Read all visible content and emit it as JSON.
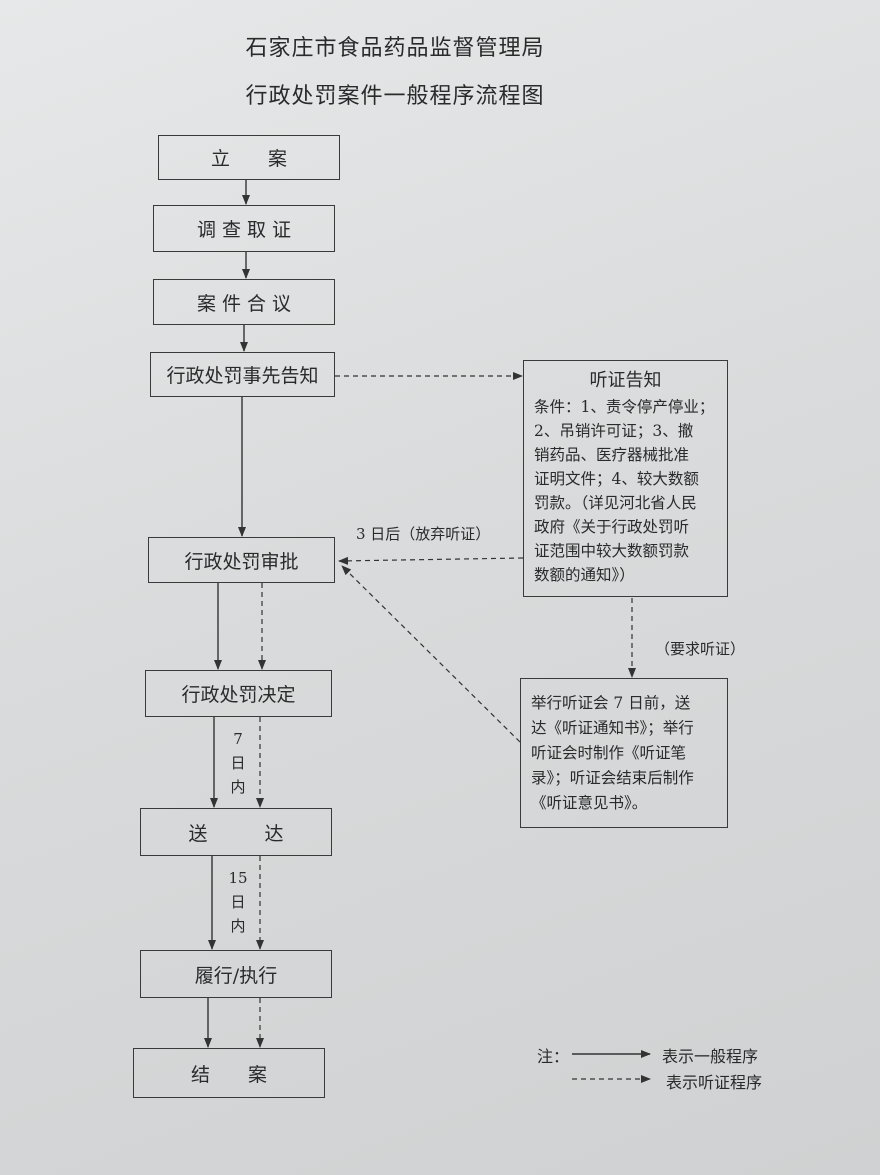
{
  "title": {
    "line1": "石家庄市食品药品监督管理局",
    "line2": "行政处罚案件一般程序流程图"
  },
  "nodes": {
    "filing": "立　　案",
    "investigation": "调 查 取 证",
    "discussion": "案 件 合 议",
    "prior_notice": "行政处罚事先告知",
    "approval": "行政处罚审批",
    "decision": "行政处罚决定",
    "delivery": "送　　　达",
    "execution": "履行/执行",
    "closing": "结　　案"
  },
  "hearing_notice": {
    "title": "听证告知",
    "lines": [
      "条件：1、责令停产停业；",
      "2、吊销许可证；3、撤",
      "销药品、医疗器械批准",
      "证明文件；4、较大数额",
      "罚款。（详见河北省人民",
      "政府《关于行政处罚听",
      "证范围中较大数额罚款",
      "数额的通知》）"
    ]
  },
  "hearing_process": {
    "lines": [
      "举行听证会 7 日前，送",
      "达《听证通知书》；举行",
      "听证会时制作《听证笔",
      "录》；听证会结束后制作",
      "《听证意见书》。"
    ]
  },
  "edge_labels": {
    "waive": "3 日后（放弃听证）",
    "request": "（要求听证）",
    "within7": [
      "7",
      "日",
      "内"
    ],
    "within15": [
      "15",
      "日",
      "内"
    ]
  },
  "legend": {
    "note": "注：",
    "solid": "表示一般程序",
    "dashed": "表示听证程序"
  }
}
